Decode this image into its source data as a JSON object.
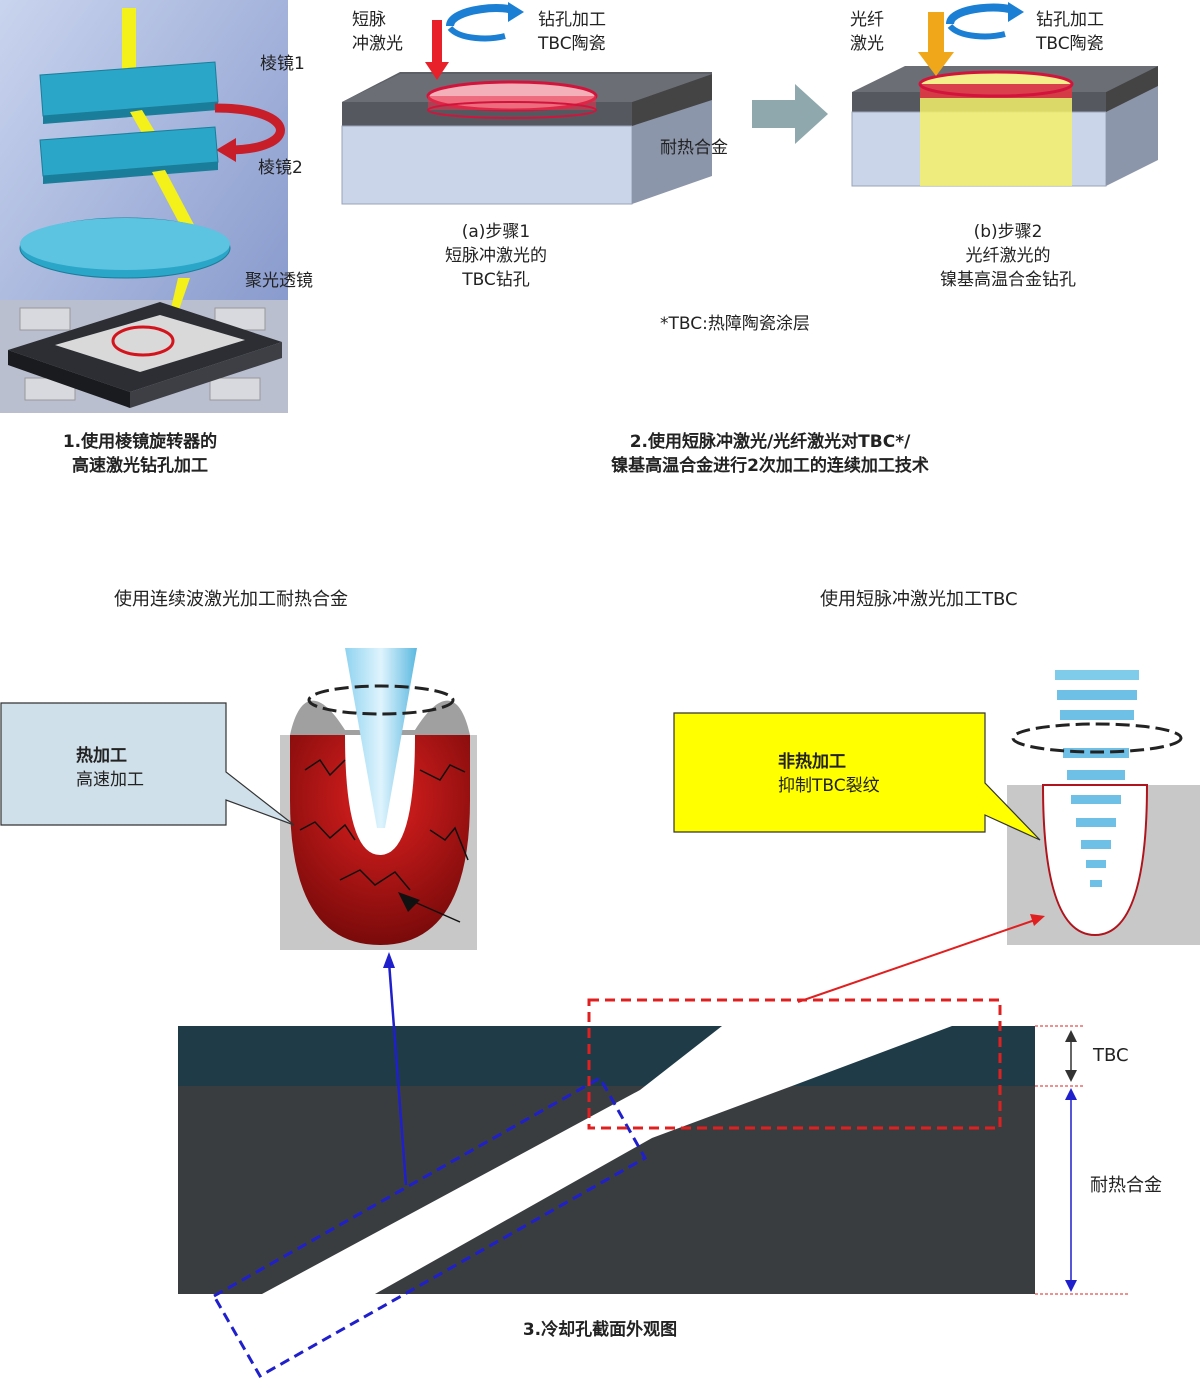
{
  "panel1": {
    "prism1": "棱镜1",
    "prism2": "棱镜2",
    "lens": "聚光透镜",
    "caption_line1": "1.使用棱镜旋转器的",
    "caption_line2": "高速激光钻孔加工"
  },
  "panel2": {
    "step1": {
      "laser_line1": "短脉",
      "laser_line2": "冲激光",
      "process_line1": "钻孔加工",
      "process_line2": "TBC陶瓷",
      "base_label": "耐热合金",
      "caption_line1": "(a)步骤1",
      "caption_line2": "短脉冲激光的",
      "caption_line3": "TBC钻孔"
    },
    "step2": {
      "laser_line1": "光纤",
      "laser_line2": "激光",
      "process_line1": "钻孔加工",
      "process_line2": "TBC陶瓷",
      "caption_line1": "(b)步骤2",
      "caption_line2": "光纤激光的",
      "caption_line3": "镍基高温合金钻孔"
    },
    "footnote": "*TBC:热障陶瓷涂层",
    "caption_line1": "2.使用短脉冲激光/光纤激光对TBC*/",
    "caption_line2": "镍基高温合金进行2次加工的连续加工技术"
  },
  "panel3": {
    "left_title": "使用连续波激光加工耐热合金",
    "right_title": "使用短脉冲激光加工TBC",
    "left_callout_line1": "热加工",
    "left_callout_line2": "高速加工",
    "right_callout_line1": "非热加工",
    "right_callout_line2": "抑制TBC裂纹",
    "tbc_label": "TBC",
    "alloy_label": "耐热合金",
    "caption": "3.冷却孔截面外观图"
  },
  "colors": {
    "tbc_layer": "#1f3b48",
    "alloy_layer": "#3a3d40",
    "blue_box": "#1f1fcc",
    "red_box": "#e02020",
    "yellow_callout": "#ffff00",
    "blue_callout": "#d0e0ea"
  }
}
